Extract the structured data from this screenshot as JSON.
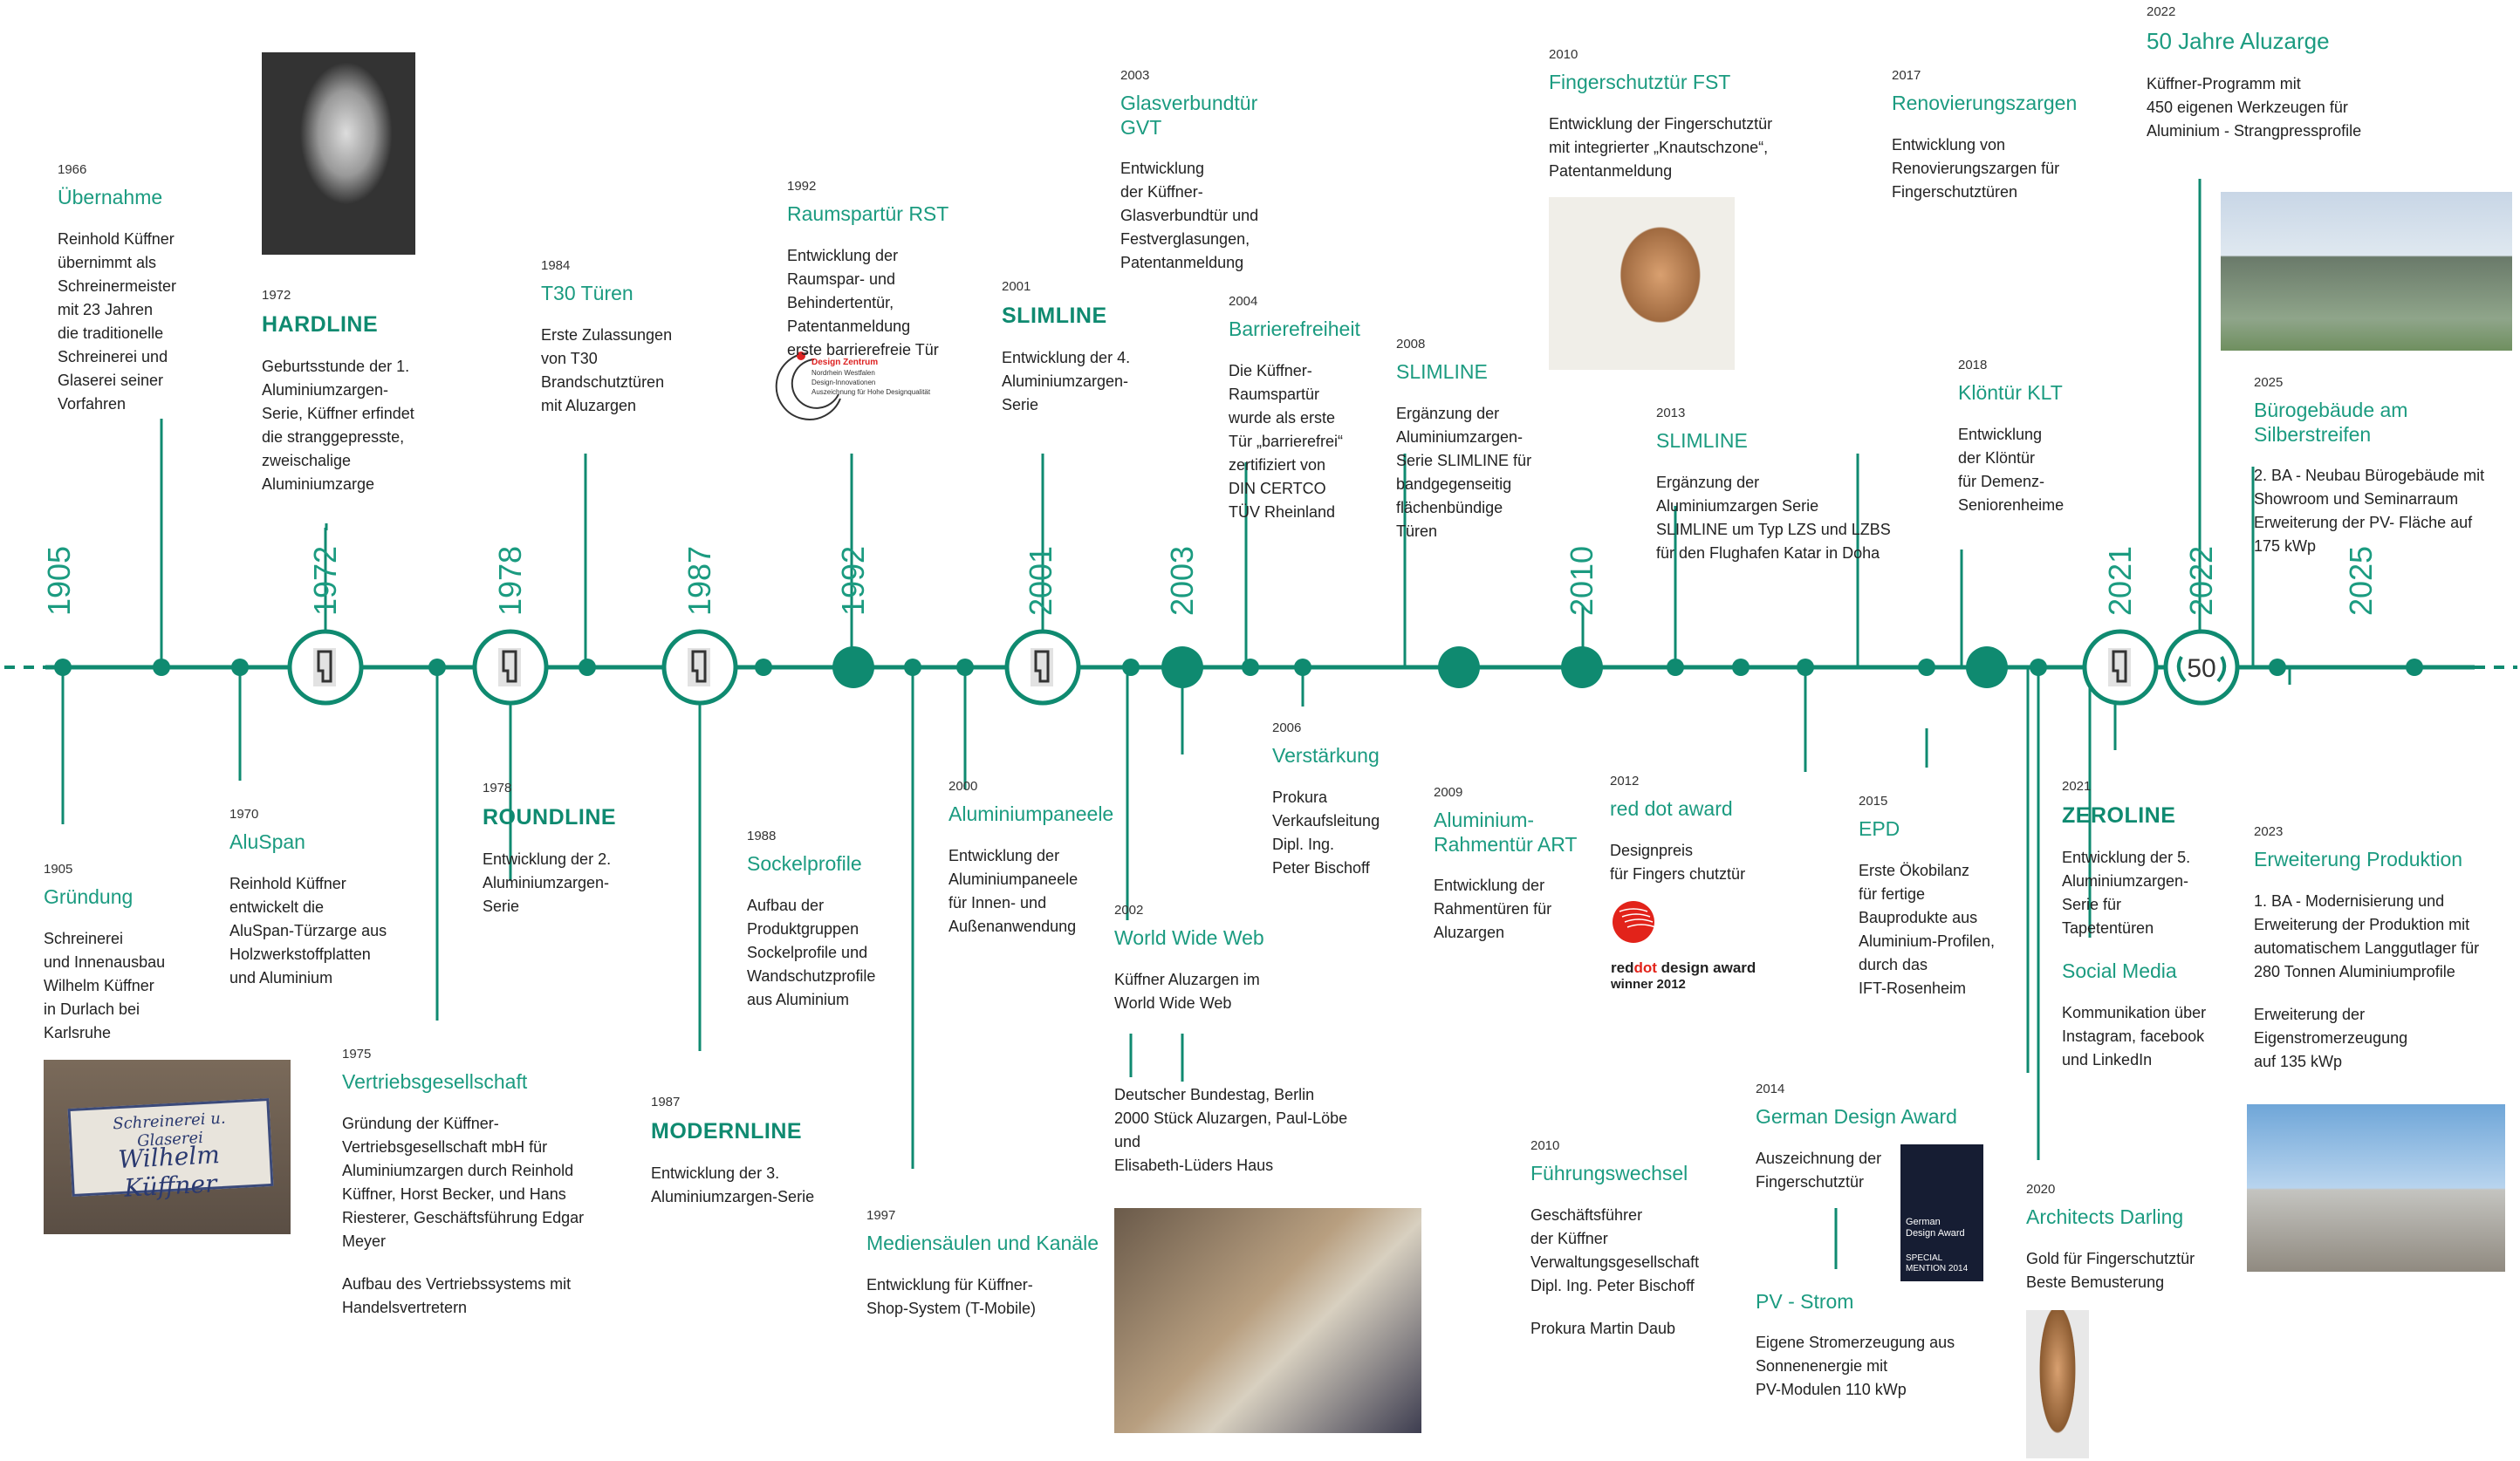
{
  "colors": {
    "accent": "#0f8a70",
    "accent_light": "#1b9b80",
    "text": "#222222"
  },
  "year_labels": [
    "1905",
    "1972",
    "1978",
    "1987",
    "1992",
    "2001",
    "2003",
    "2010",
    "2021",
    "2022",
    "2025"
  ],
  "events": {
    "e1905": {
      "year": "1905",
      "title": "Gründung",
      "text": "Schreinerei\nund Innenausbau\nWilhelm Küffner\nin Durlach bei\nKarlsruhe"
    },
    "e1966": {
      "year": "1966",
      "title": "Übernahme",
      "text": "Reinhold Küffner\nübernimmt als\nSchreinermeister\nmit 23 Jahren\ndie traditionelle\nSchreinerei und\nGlaserei seiner\nVorfahren"
    },
    "e1970": {
      "year": "1970",
      "title": "AluSpan",
      "text": "Reinhold Küffner\nentwickelt die\nAluSpan-Türzarge aus\nHolzwerkstoffplatten\nund Aluminium"
    },
    "e1972": {
      "year": "1972",
      "title": "HARDLINE",
      "text": "Geburtsstunde der 1.\nAluminiumzargen-\nSerie, Küffner erfindet\ndie stranggepresste,\nzweischalige\nAluminiumzarge"
    },
    "e1975": {
      "year": "1975",
      "title": "Vertriebsgesellschaft",
      "text": "Gründung der Küffner-\nVertriebsgesellschaft mbH für\nAluminiumzargen durch Reinhold\nKüffner, Horst Becker, und Hans\nRiesterer, Geschäftsführung Edgar\nMeyer",
      "text2": "Aufbau des Vertriebssystems mit\nHandelsvertretern"
    },
    "e1978": {
      "year": "1978",
      "title": "ROUNDLINE",
      "text": "Entwicklung der 2.\nAluminiumzargen-\nSerie"
    },
    "e1984": {
      "year": "1984",
      "title": "T30 Türen",
      "text": "Erste Zulassungen\nvon T30\nBrandschutztüren\nmit Aluzargen"
    },
    "e1987": {
      "year": "1987",
      "title": "MODERNLINE",
      "text": "Entwicklung der 3.\nAluminiumzargen-Serie"
    },
    "e1988": {
      "year": "1988",
      "title": "Sockelprofile",
      "text": "Aufbau der\nProduktgruppen\nSockelprofile und\nWandschutzprofile\naus Aluminium"
    },
    "e1992": {
      "year": "1992",
      "title": "Raumspartür RST",
      "text": "Entwicklung der\nRaumspar- und\nBehindertentür,\nPatentanmeldung\nerste barrierefreie Tür"
    },
    "e1997": {
      "year": "1997",
      "title": "Mediensäulen und Kanäle",
      "text": "Entwicklung für Küffner-\nShop-System (T-Mobile)"
    },
    "e2000": {
      "year": "2000",
      "title": "Aluminiumpaneele",
      "text": "Entwicklung der\nAluminiumpaneele\nfür Innen- und\nAußenanwendung"
    },
    "e2001": {
      "year": "2001",
      "title": "SLIMLINE",
      "text": "Entwicklung der 4.\nAluminiumzargen-\nSerie"
    },
    "e2002": {
      "year": "2002",
      "title": "World Wide Web",
      "text": "Küffner Aluzargen im\nWorld Wide Web",
      "text2": "Deutscher Bundestag, Berlin\n2000 Stück Aluzargen, Paul-Löbe und\nElisabeth-Lüders Haus"
    },
    "e2003": {
      "year": "2003",
      "title": "Glasverbundtür GVT",
      "text": "Entwicklung\nder Küffner-\nGlasverbundtür und\nFestverglasungen,\nPatentanmeldung"
    },
    "e2004": {
      "year": "2004",
      "title": "Barrierefreiheit",
      "text": "Die Küffner-\nRaumspartür\nwurde als erste\nTür „barrierefrei“\nzertifiziert von\nDIN CERTCO\nTÜV Rheinland"
    },
    "e2006": {
      "year": "2006",
      "title": "Verstärkung",
      "text": "Prokura\nVerkaufsleitung\nDipl. Ing.\nPeter Bischoff"
    },
    "e2008": {
      "year": "2008",
      "title": "SLIMLINE",
      "text": "Ergänzung der\nAluminiumzargen-\nSerie SLIMLINE für\nbandgegenseitig\nflächenbündige\nTüren"
    },
    "e2009": {
      "year": "2009",
      "title": "Aluminium-\nRahmentür ART",
      "text": "Entwicklung der\nRahmentüren für\nAluzargen"
    },
    "e2010a": {
      "year": "2010",
      "title": "Fingerschutztür FST",
      "text": "Entwicklung der Fingerschutztür\nmit integrierter „Knautschzone“,\nPatentanmeldung"
    },
    "e2010b": {
      "year": "2010",
      "title": "Führungswechsel",
      "text": "Geschäftsführer\nder Küffner\nVerwaltungsgesellschaft\nDipl. Ing. Peter Bischoff",
      "text2": "Prokura Martin Daub"
    },
    "e2012": {
      "year": "2012",
      "title": "red dot award",
      "text": "Designpreis\nfür Fingers chutztür"
    },
    "e2013": {
      "year": "2013",
      "title": "SLIMLINE",
      "text": "Ergänzung der\nAluminiumzargen Serie\nSLIMLINE um Typ LZS und LZBS\nfür den Flughafen Katar in Doha"
    },
    "e2014": {
      "year": "2014",
      "title": "German Design Award",
      "text": "Auszeichnung der\nFingerschutztür",
      "title2": "PV - Strom",
      "text2": "Eigene Stromerzeugung aus\nSonnenenergie mit\nPV-Modulen 110 kWp"
    },
    "e2015": {
      "year": "2015",
      "title": "EPD",
      "text": "Erste Ökobilanz\nfür fertige\nBauprodukte aus\nAluminium-Profilen,\ndurch das\nIFT-Rosenheim"
    },
    "e2017": {
      "year": "2017",
      "title": "Renovierungszargen",
      "text": "Entwicklung von\nRenovierungszargen für\nFingerschutztüren"
    },
    "e2018": {
      "year": "2018",
      "title": "Klöntür KLT",
      "text": "Entwicklung\nder Klöntür\nfür Demenz-\nSeniorenheime"
    },
    "e2020": {
      "year": "2020",
      "title": "Architects Darling",
      "text": "Gold für Fingerschutztür\nBeste Bemusterung"
    },
    "e2021": {
      "year": "2021",
      "title": "ZEROLINE",
      "text": "Entwicklung der 5.\nAluminiumzargen-\nSerie für\nTapetentüren",
      "title2": "Social Media",
      "text2": "Kommunikation über\nInstagram, facebook\nund LinkedIn"
    },
    "e2022": {
      "year": "2022",
      "title": "50 Jahre Aluzarge",
      "text": "Küffner-Programm mit\n450 eigenen Werkzeugen für\nAluminium - Strangpressprofile"
    },
    "e2023": {
      "year": "2023",
      "title": "Erweiterung Produktion",
      "text": "1. BA - Modernisierung und\nErweiterung der Produktion mit\nautomatischem Langgutlager für\n280 Tonnen Aluminiumprofile",
      "text2": "Erweiterung der\nEigenstromerzeugung\nauf 135 kWp"
    },
    "e2025": {
      "year": "2025",
      "title": "Bürogebäude am Silberstreifen",
      "text": "2. BA - Neubau Bürogebäude mit\nShowroom und Seminarraum\nErweiterung der PV- Fläche auf\n175 kWp"
    }
  },
  "logos": {
    "sign_line1": "Schreinerei u. Glaserei",
    "sign_line2": "Wilhelm Küffner",
    "dz_line1": "Design Zentrum",
    "dz_line2": "Nordrhein Westfalen",
    "dz_line3": "Design-Innovationen",
    "dz_line4": "Auszeichnung für Hohe Designqualität",
    "reddot_red": "red",
    "reddot_dot": "dot",
    "reddot_rest": " design award",
    "reddot_winner": "winner 2012",
    "gda_line1": "German",
    "gda_line2": "Design Award",
    "gda_line3": "SPECIAL",
    "gda_line4": "MENTION 2014",
    "badge_50": "50"
  }
}
